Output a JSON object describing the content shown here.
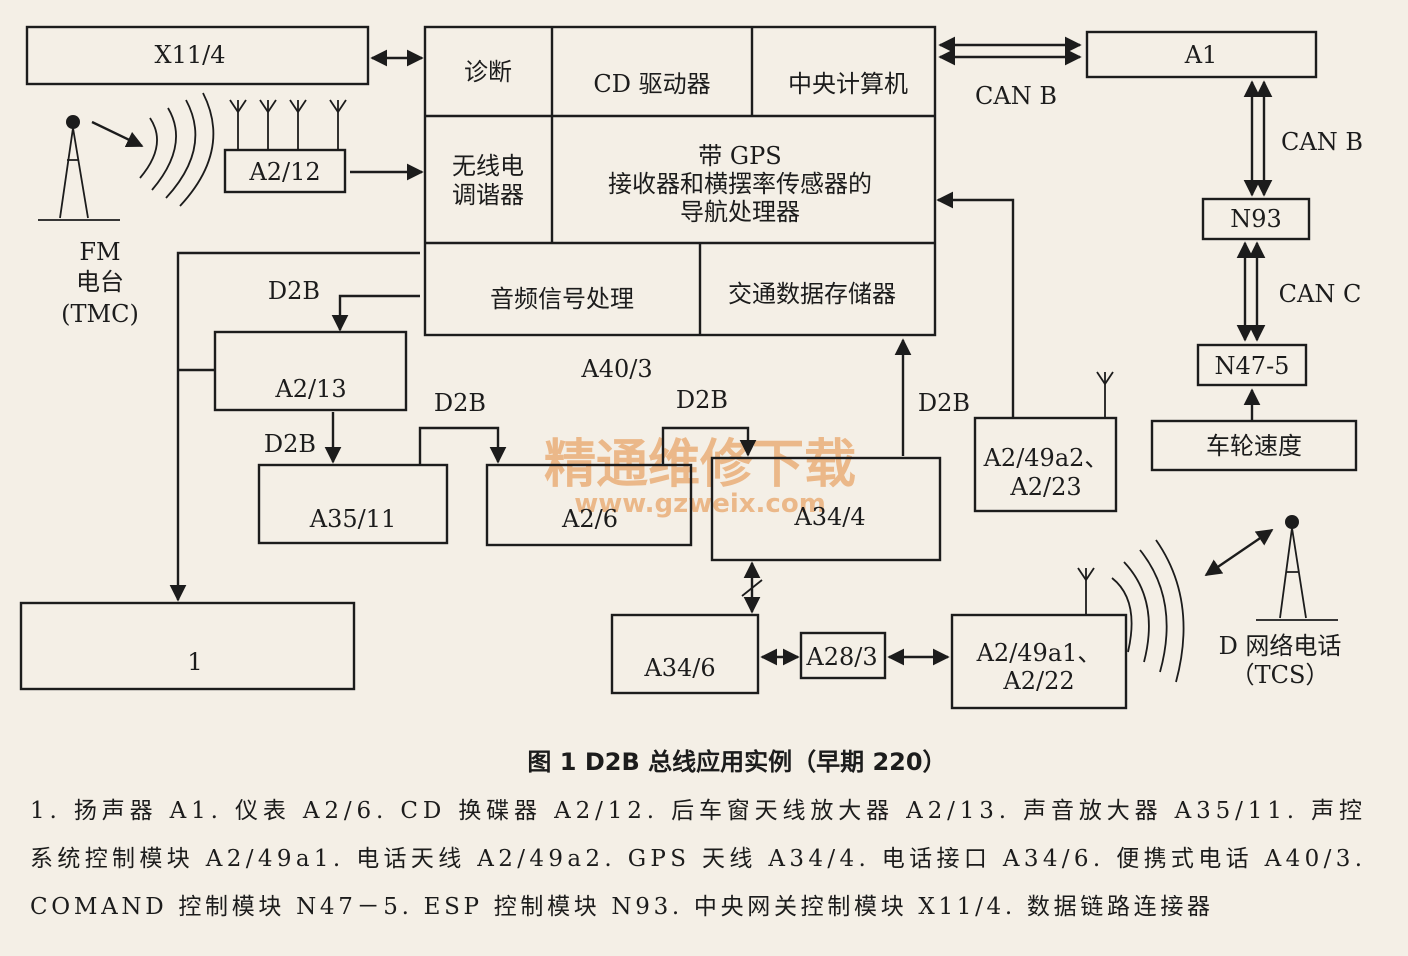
{
  "boxes": {
    "x11_4": "X11/4",
    "diag": "诊断",
    "cd_drive": "CD 驱动器",
    "central_computer": "中央计算机",
    "a1": "A1",
    "a2_12": "A2/12",
    "tuner_1": "无线电",
    "tuner_2": "调谐器",
    "nav_1": "带 GPS",
    "nav_2": "接收器和横摆率传感器的",
    "nav_3": "导航处理器",
    "n93": "N93",
    "audio": "音频信号处理",
    "traffic": "交通数据存储器",
    "n47_5": "N47-5",
    "a2_13": "A2/13",
    "a40_3": "A40/3",
    "a2_49a2_1": "A2/49a2、",
    "a2_49a2_2": "A2/23",
    "wheel_speed": "车轮速度",
    "a35_11": "A35/11",
    "a2_6": "A2/6",
    "a34_4": "A34/4",
    "one": "1",
    "a34_6": "A34/6",
    "a28_3": "A28/3",
    "a2_49a1_1": "A2/49a1、",
    "a2_49a1_2": "A2/22"
  },
  "labels": {
    "can_b_h": "CAN  B",
    "can_b_v": "CAN  B",
    "can_c": "CAN  C",
    "d2b_1": "D2B",
    "d2b_2": "D2B",
    "d2b_3": "D2B",
    "d2b_4": "D2B",
    "d2b_5": "D2B",
    "fm_1": "FM",
    "fm_2": "电台",
    "fm_3": "(TMC)",
    "dnet_1": "D 网络电话",
    "dnet_2": "（TCS）"
  },
  "watermark": {
    "cn": "精通维修下载",
    "url": "www.gzweix.com"
  },
  "caption": {
    "title": "图 1    D2B 总线应用实例（早期 220）"
  },
  "legend": {
    "line1": "1. 扬声器   A1. 仪表   A2/6. CD 换碟器   A2/12. 后车窗天线放大器   A2/13. 声音放大器   A35/11. 声控",
    "line2": "系统控制模块   A2/49a1. 电话天线   A2/49a2. GPS 天线   A34/4. 电话接口   A34/6. 便携式电话   A40/3.",
    "line3": "COMAND 控制模块   N47－5. ESP 控制模块   N93. 中央网关控制模块   X11/4. 数据链路连接器"
  },
  "icons": [
    "antenna-icon",
    "radio-tower-icon",
    "radio-wave-icon",
    "double-arrow-icon"
  ]
}
